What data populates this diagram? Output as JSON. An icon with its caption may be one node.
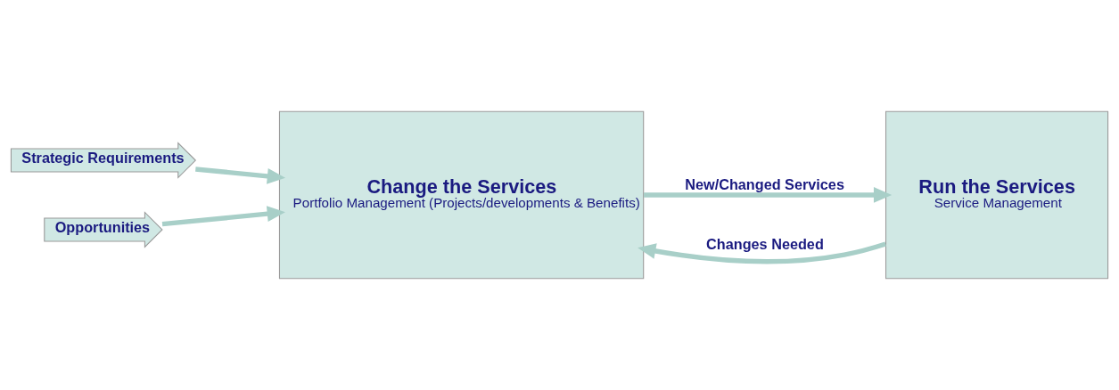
{
  "diagram": {
    "nodes": [
      {
        "text": [
          "Strategic Requirements"
        ]
      },
      {
        "text": [
          "Opportunities"
        ]
      },
      {
        "text": [
          "Change the Services",
          "Portfolio Management (Projects/developments & Benefits)"
        ]
      },
      {
        "text": [
          "Run the Services",
          "Service Management"
        ]
      }
    ],
    "edges": [
      {
        "from": 0,
        "to": 2,
        "arrow": "to"
      },
      {
        "from": 1,
        "to": 2,
        "arrow": "to"
      },
      {
        "from": 3,
        "to": 2,
        "arrow": "to",
        "label": "Changes Needed"
      },
      {
        "from": 2,
        "to": 3,
        "arrow": "to",
        "label": "New/Changed Services"
      }
    ]
  }
}
